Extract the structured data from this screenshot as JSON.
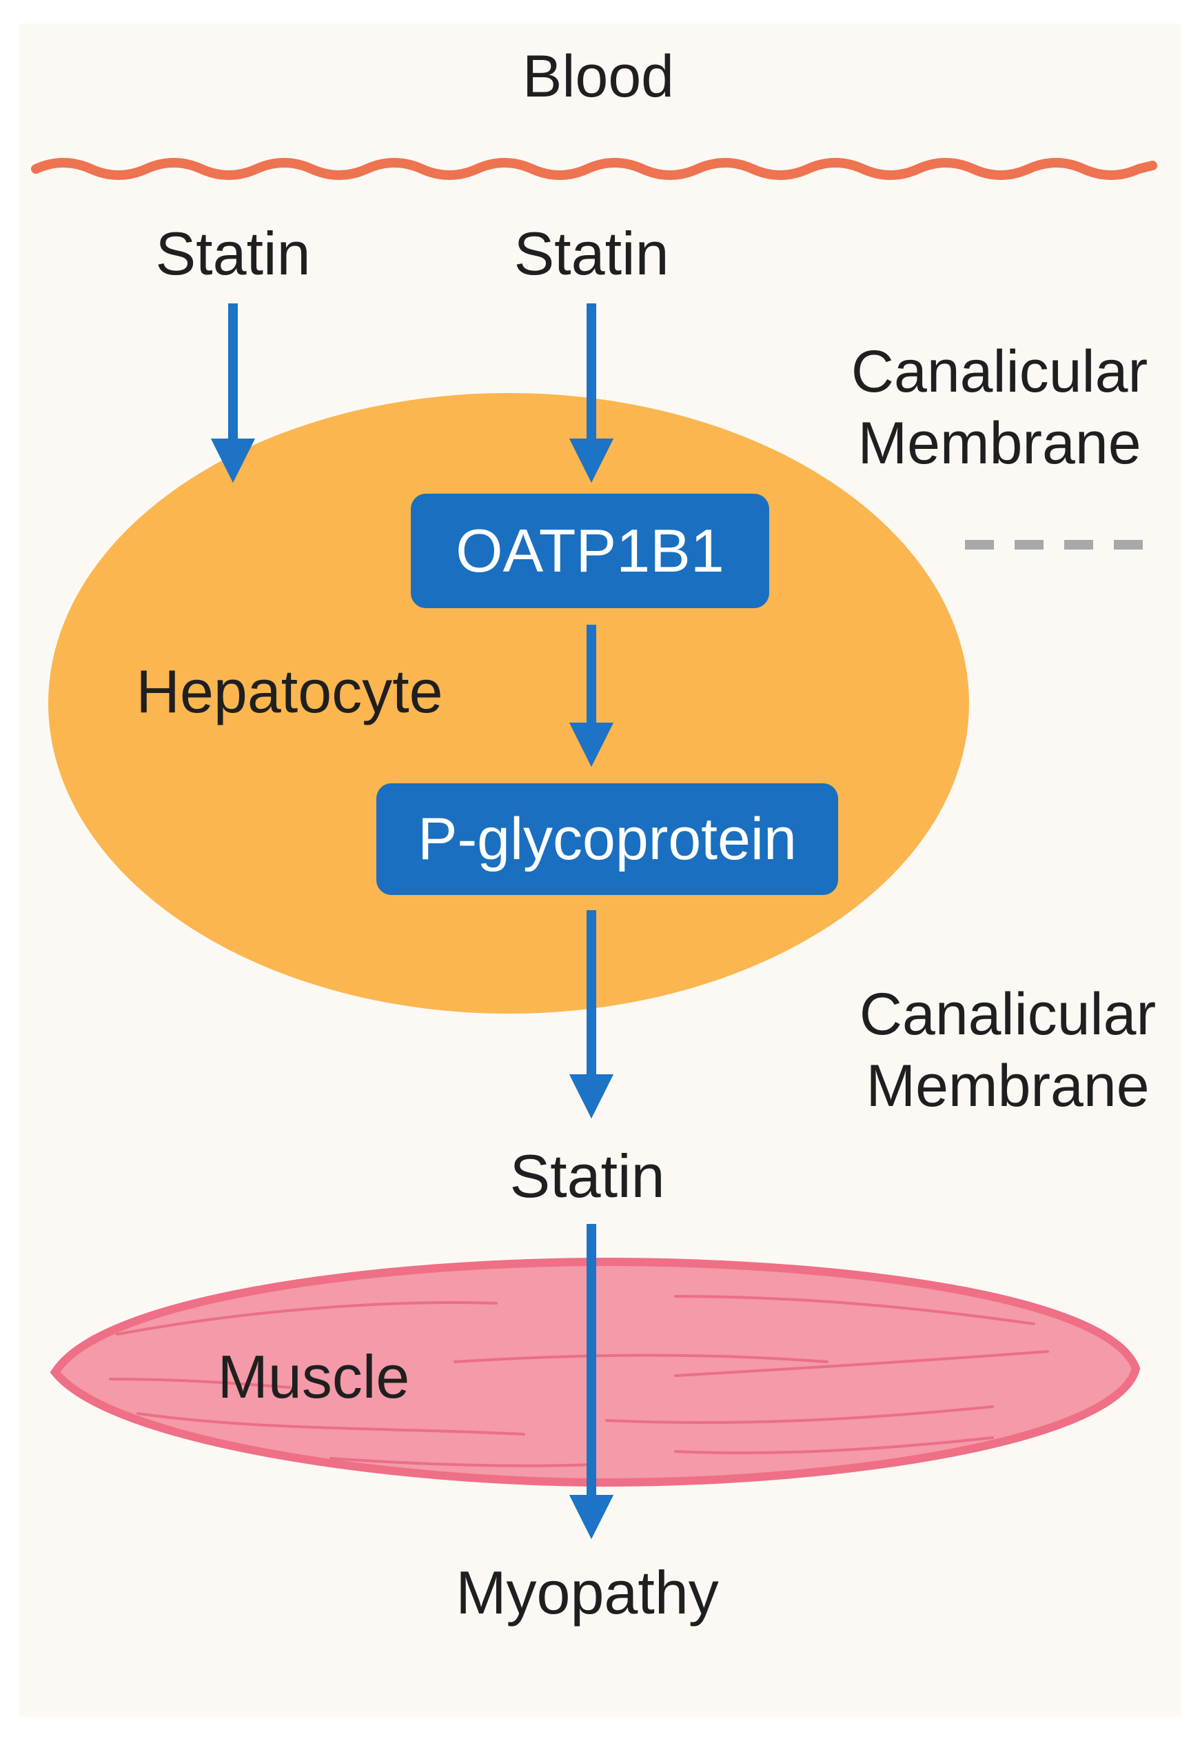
{
  "diagram": {
    "blood_label": "Blood",
    "statin_left_label": "Statin",
    "statin_center_label": "Statin",
    "canalicular_membrane_top": [
      "Canalicular",
      "Membrane"
    ],
    "oatp_label": "OATP1B1",
    "hepatocyte_label": "Hepatocyte",
    "pgp_label": "P-glycoprotein",
    "canalicular_membrane_bottom": [
      "Canalicular",
      "Membrane"
    ],
    "statin_bottom_label": "Statin",
    "muscle_label": "Muscle",
    "myopathy_label": "Myopathy"
  },
  "colors": {
    "background": "#fcf9f5",
    "blood_wave": "#ee7350",
    "hepatocyte_fill": "#fbb64f",
    "transporter_box": "#1a6fc0",
    "arrow": "#1d73c6",
    "muscle_fill": "#f49aa9",
    "muscle_stroke": "#ef6f86",
    "membrane_dash": "#a8a8a8"
  }
}
